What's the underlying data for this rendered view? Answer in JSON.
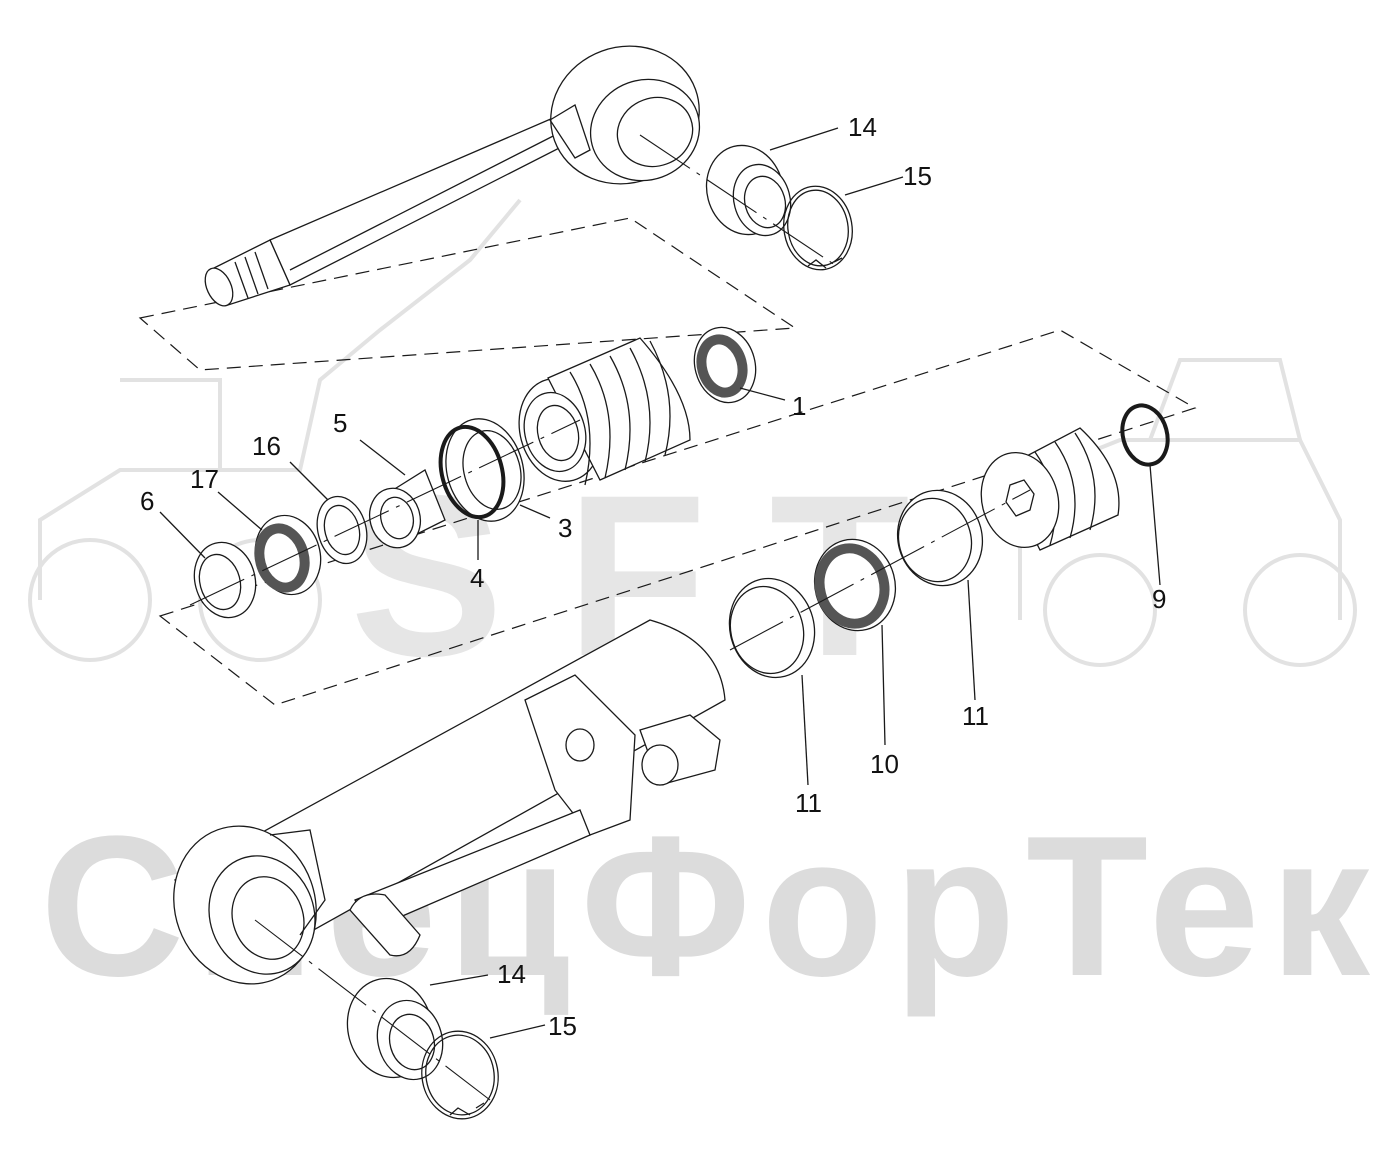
{
  "watermark": {
    "logo_text": "SFT",
    "company_text": "СпецФорТек"
  },
  "callouts": [
    {
      "id": "rod-bushing",
      "label": "14"
    },
    {
      "id": "rod-circlip",
      "label": "15"
    },
    {
      "id": "head-wiper",
      "label": "1"
    },
    {
      "id": "gland-oring",
      "label": "3"
    },
    {
      "id": "gland-backup",
      "label": "4"
    },
    {
      "id": "spacer",
      "label": "5"
    },
    {
      "id": "backup-ring",
      "label": "16"
    },
    {
      "id": "rod-seal",
      "label": "17"
    },
    {
      "id": "guide-ring",
      "label": "6"
    },
    {
      "id": "piston-ring",
      "label": "9"
    },
    {
      "id": "piston-guide-a",
      "label": "11"
    },
    {
      "id": "piston-seal",
      "label": "10"
    },
    {
      "id": "piston-guide-b",
      "label": "11"
    },
    {
      "id": "base-bushing",
      "label": "14"
    },
    {
      "id": "base-circlip",
      "label": "15"
    }
  ]
}
